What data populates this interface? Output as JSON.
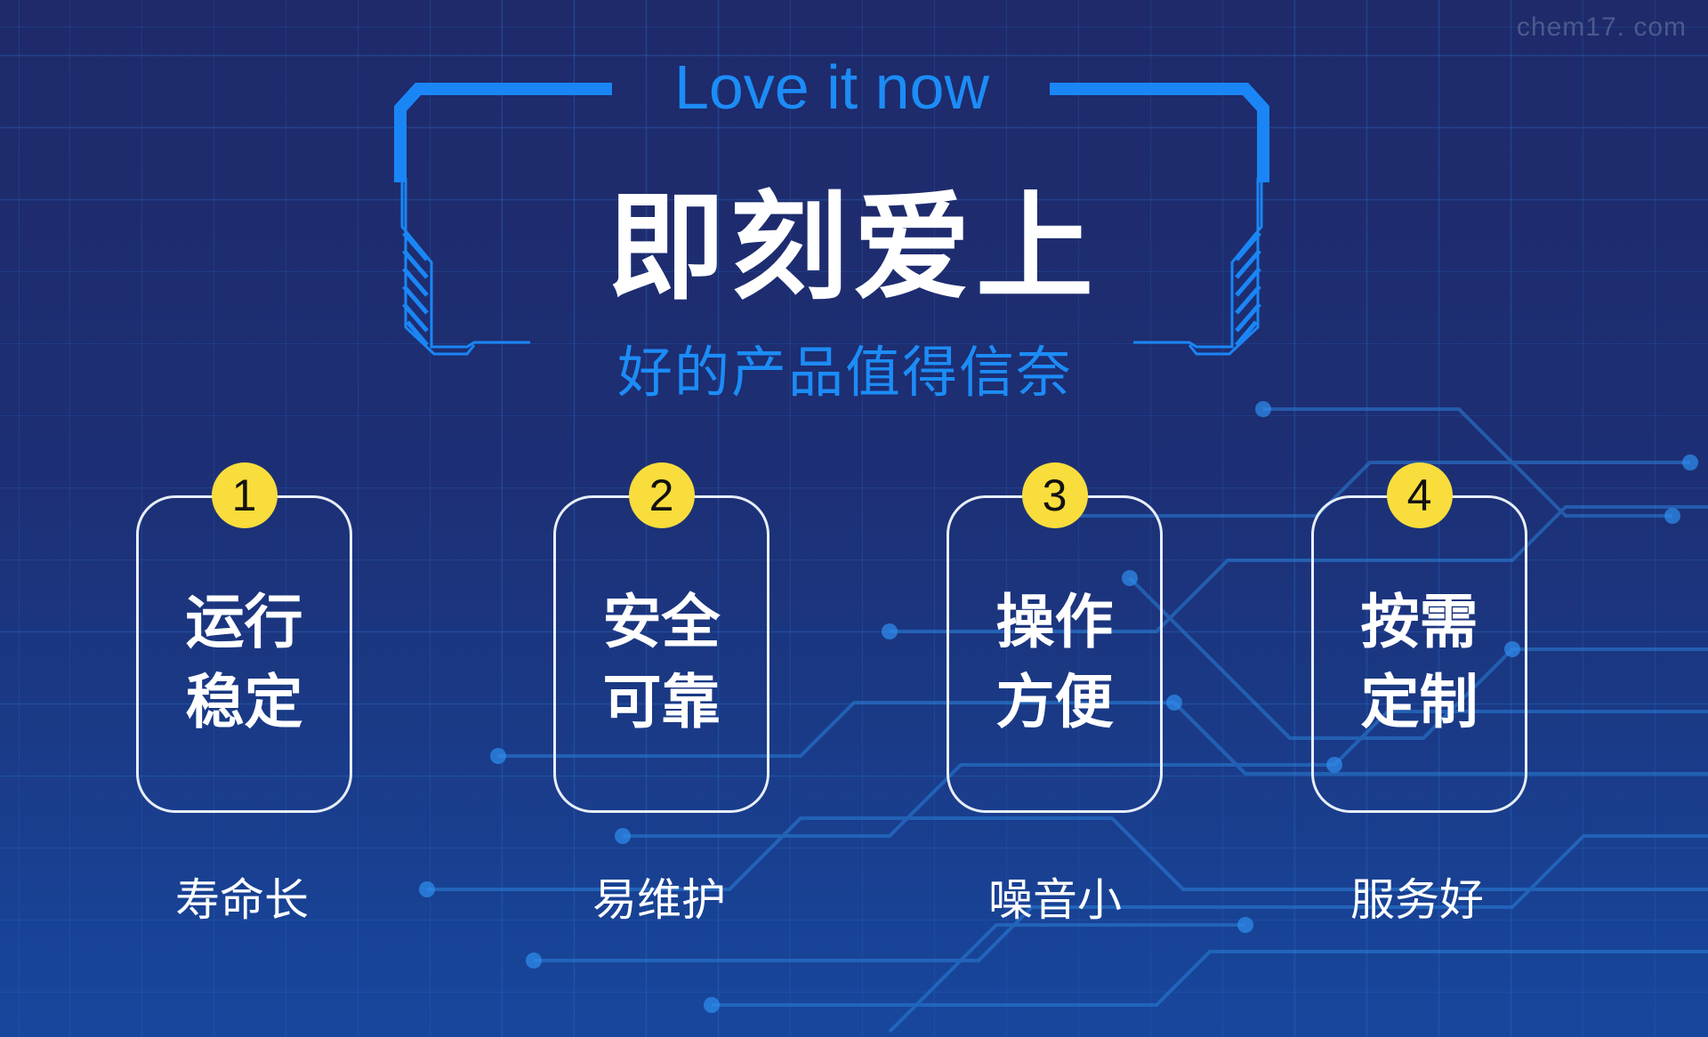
{
  "watermark": "chem17. com",
  "header": {
    "tagline_en": "Love it now",
    "title": "即刻爱上",
    "subtitle": "好的产品值得信奈"
  },
  "features": [
    {
      "number": "1",
      "line1": "运行",
      "line2": "稳定",
      "label": "寿命长"
    },
    {
      "number": "2",
      "line1": "安全",
      "line2": "可靠",
      "label": "易维护"
    },
    {
      "number": "3",
      "line1": "操作",
      "line2": "方便",
      "label": "噪音小"
    },
    {
      "number": "4",
      "line1": "按需",
      "line2": "定制",
      "label": "服务好"
    }
  ],
  "colors": {
    "accent": "#1c8cf6",
    "badge": "#f8dd3c",
    "background": "#1e2a6a"
  }
}
